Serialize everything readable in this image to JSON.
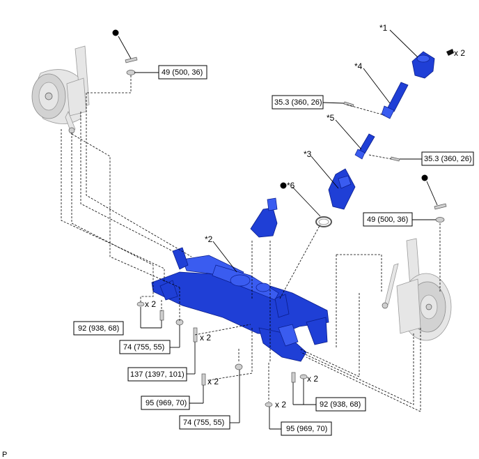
{
  "callouts": {
    "c1": "*1",
    "c2": "*2",
    "c3": "*3",
    "c4": "*4",
    "c5": "*5",
    "c6": "*6"
  },
  "torques": {
    "t_left_nut": "49 (500, 36)",
    "t_right_nut": "49 (500, 36)",
    "t_bolt_upper": "35.3 (360, 26)",
    "t_bolt_lower": "35.3 (360, 26)",
    "t_front_bolt": "92 (938, 68)",
    "t_front_nut": "74 (755, 55)",
    "t_long_bolt": "137 (1397, 101)",
    "t_small_bolt": "95 (969, 70)",
    "t_rear_nut": "74 (755, 55)",
    "t_rear_bolt_pair": "92 (938, 68)",
    "t_rear_small_bolt": "95 (969, 70)"
  },
  "quantities": {
    "q_clip": "x 2",
    "q_front_bolt": "x 2",
    "q_long_bolt": "x 2",
    "q_small_bolt": "x 2",
    "q_rear_pair": "x 2",
    "q_rear_small": "x 2"
  },
  "footer": {
    "code": "P"
  },
  "legend": {
    "black_dot": "●"
  }
}
